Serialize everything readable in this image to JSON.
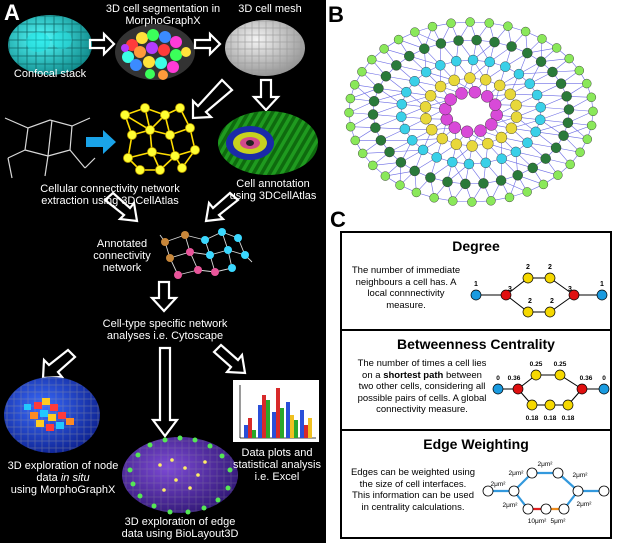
{
  "panels": {
    "A": {
      "letter": "A",
      "labels": {
        "confocal": "Confocal stack",
        "segmentation_1": "3D cell segmentation in",
        "segmentation_2": "MorphoGraphX",
        "mesh": "3D cell mesh",
        "network_1": "Cellular connectivity network",
        "network_2": "extraction using 3DCellAtlas",
        "annotation_1": "Cell annotation",
        "annotation_2": "using 3DCellAtlas",
        "annotated_1": "Annotated",
        "annotated_2": "connectivity",
        "annotated_3": "network",
        "celltype_1": "Cell-type specific network",
        "celltype_2": "analyses i.e. Cytoscape",
        "node_1": "3D exploration of node",
        "node_2a": "data ",
        "node_2b": "in situ",
        "node_3": "using MorphoGraphX",
        "plots_1": "Data plots and",
        "plots_2": "statistical analysis",
        "plots_3": "i.e. Excel",
        "edge_1": "3D exploration of edge",
        "edge_2": "data using BioLayout3D"
      }
    },
    "B": {
      "letter": "B"
    },
    "C": {
      "letter": "C",
      "degree": {
        "title": "Degree",
        "text": [
          "The number of immediate",
          "neighbours a cell has. A",
          "local connnectivity",
          "measure."
        ],
        "node_values": [
          "1",
          "3",
          "2",
          "2",
          "2",
          "2",
          "3",
          "1"
        ]
      },
      "betweenness": {
        "title": "Betweenness Centrality",
        "text_1": "The number of times a cell lies",
        "text_2a": "on a ",
        "text_2b": "shortest path",
        "text_2c": " between",
        "text_3": "two other cells, considering all",
        "text_4": "possible pairs of cells. A global",
        "text_5": "connectivity measure.",
        "node_values": [
          "0",
          "0.36",
          "0.25",
          "0.25",
          "0.18",
          "0.18",
          "0.18",
          "0.36",
          "0"
        ]
      },
      "edge_weighting": {
        "title": "Edge Weighting",
        "text": [
          "Edges can be weighted using",
          "the size of cell interfaces.",
          "This information can be used",
          "in centrality calculations."
        ],
        "edge_values": [
          "2μm²",
          "2μm²",
          "2μm²",
          "2μm²",
          "2μm²",
          "2μm²",
          "10μm²",
          "5μm²"
        ]
      }
    }
  },
  "colors": {
    "background_left": "#000000",
    "arrow": "#ffffff",
    "network_node": "#ffff33",
    "network_edge": "#ffdd00",
    "highlight_arrow": "#1aa3e8",
    "degree_end": "#1a9be0",
    "degree_hub": "#e01010",
    "degree_mid": "#f5d800",
    "edge_blue": "#3399dd",
    "edge_red": "#e02020",
    "edge_orange": "#f08c1a"
  }
}
